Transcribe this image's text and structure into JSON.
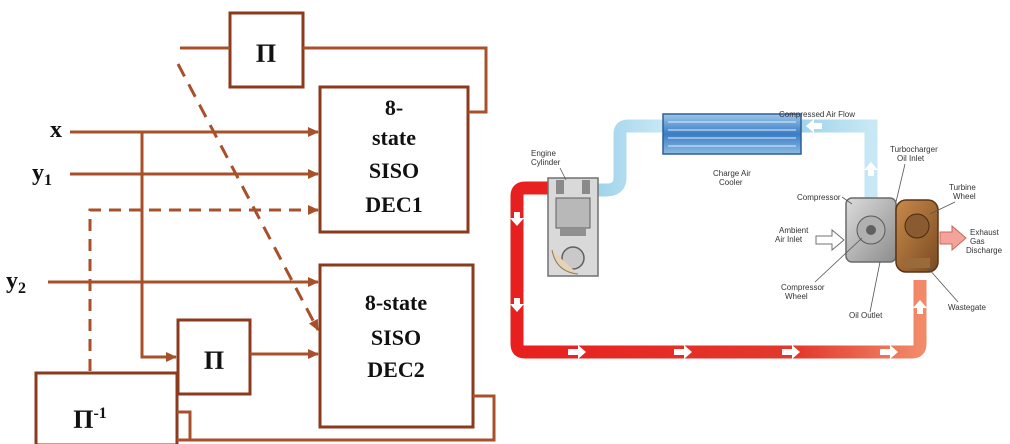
{
  "decoder": {
    "inputs": {
      "x": "x",
      "y1_base": "y",
      "y1_sub": "1",
      "y2_base": "y",
      "y2_sub": "2"
    },
    "blocks": {
      "pi_top": "Π",
      "pi_middle": "Π",
      "pi_inverse_base": "Π",
      "pi_inverse_sup": "-1",
      "dec1_lines": [
        "8-",
        "state",
        "SISO",
        "DEC1"
      ],
      "dec2_lines": [
        "8-state",
        "SISO",
        "DEC2"
      ]
    },
    "colors": {
      "line": "#a8502a",
      "box": "#8b3a1e"
    }
  },
  "turbo": {
    "labels": {
      "engine_cylinder_1": "Engine",
      "engine_cylinder_2": "Cylinder",
      "charge_air_cooler_1": "Charge Air",
      "charge_air_cooler_2": "Cooler",
      "compressed_air_flow": "Compressed Air Flow",
      "compressor": "Compressor",
      "turbocharger_oil_inlet_1": "Turbocharger",
      "turbocharger_oil_inlet_2": "Oil Inlet",
      "turbine_wheel_1": "Turbine",
      "turbine_wheel_2": "Wheel",
      "ambient_air_inlet_1": "Ambient",
      "ambient_air_inlet_2": "Air Inlet",
      "exhaust_1": "Exhaust",
      "exhaust_2": "Gas",
      "exhaust_3": "Discharge",
      "compressor_wheel_1": "Compressor",
      "compressor_wheel_2": "Wheel",
      "oil_outlet": "Oil Outlet",
      "wastegate": "Wastegate"
    },
    "colors": {
      "cool_air": "#a8d8ec",
      "hot_gas": "#e42a25",
      "cooler": "#3f7fc0"
    }
  }
}
